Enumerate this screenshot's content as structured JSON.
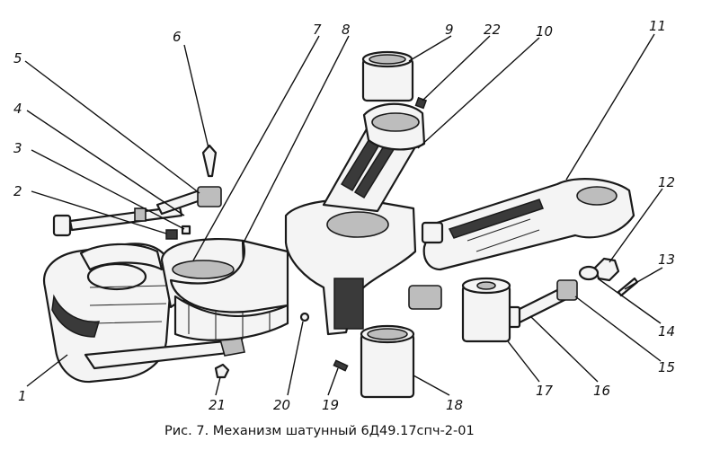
{
  "caption": "Рис. 7. Механизм шатунный 6Д49.17спч-2-01",
  "callouts": [
    "1",
    "2",
    "3",
    "4",
    "5",
    "6",
    "7",
    "8",
    "9",
    "10",
    "11",
    "12",
    "13",
    "14",
    "15",
    "16",
    "17",
    "18",
    "19",
    "20",
    "21",
    "22"
  ]
}
